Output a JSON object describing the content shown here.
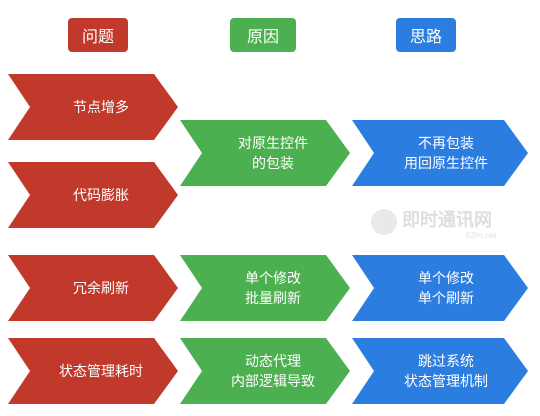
{
  "headers": {
    "problem": "问题",
    "cause": "原因",
    "idea": "思路"
  },
  "colors": {
    "red": "#c0392b",
    "green": "#4caf50",
    "blue": "#2b7ee0"
  },
  "rows": [
    {
      "problems": [
        [
          "节点增多"
        ],
        [
          "代码膨胀"
        ]
      ],
      "cause": [
        "对原生控件",
        "的包装"
      ],
      "idea": [
        "不再包装",
        "用回原生控件"
      ]
    },
    {
      "problems": [
        [
          "冗余刷新"
        ]
      ],
      "cause": [
        "单个修改",
        "批量刷新"
      ],
      "idea": [
        "单个修改",
        "单个刷新"
      ]
    },
    {
      "problems": [
        [
          "状态管理耗时"
        ]
      ],
      "cause": [
        "动态代理",
        "内部逻辑导致"
      ],
      "idea": [
        "跳过系统",
        "状态管理机制"
      ]
    }
  ],
  "watermark": {
    "title": "即时通讯网",
    "subtitle": "52im.net"
  }
}
